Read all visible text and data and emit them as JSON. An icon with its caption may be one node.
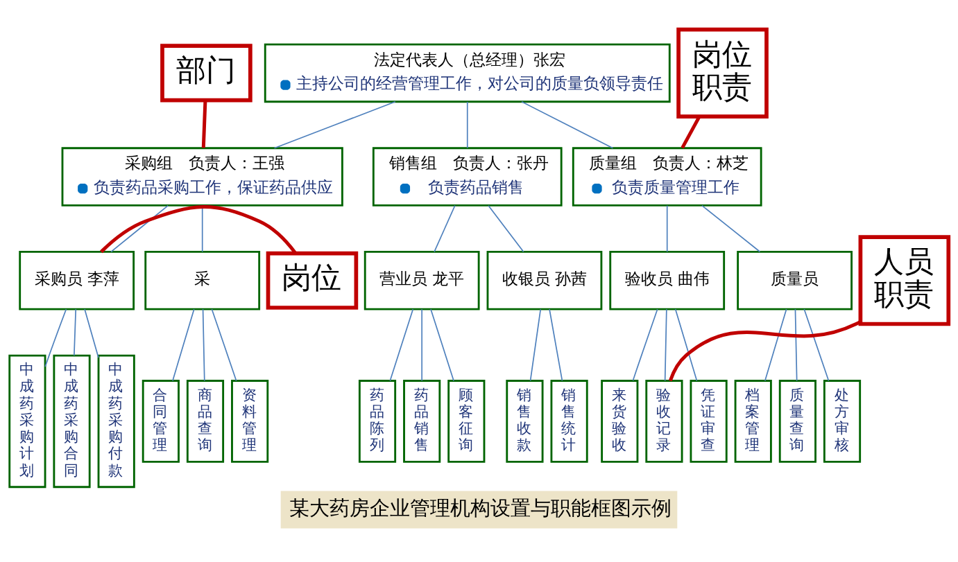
{
  "diagram": {
    "caption": "某大药房企业管理机构设置与职能框图示例",
    "nodes": [
      {
        "text": [
          "法定代表人（总经理）张宏",
          "主持公司的经营管理工作，对公司的质量负领导责任"
        ]
      },
      {
        "text": [
          "采购组　负责人：王强",
          "负责药品采购工作，保证药品供应"
        ]
      },
      {
        "text": [
          "销售组　负责人：张丹",
          "负责药品销售"
        ]
      },
      {
        "text": [
          "质量组　负责人：林芝",
          "负责质量管理工作"
        ]
      },
      {
        "text": [
          "采购员 李萍"
        ]
      },
      {
        "text": [
          "采"
        ]
      },
      {
        "text": [
          "营业员 龙平"
        ]
      },
      {
        "text": [
          "收银员 孙茜"
        ]
      },
      {
        "text": [
          "验收员 曲伟"
        ]
      },
      {
        "text": [
          "质量员"
        ]
      },
      {
        "text": [
          "中成药采购计划"
        ]
      },
      {
        "text": [
          "中成药采购合同"
        ]
      },
      {
        "text": [
          "中成药采购付款"
        ]
      },
      {
        "text": [
          "合同管理"
        ]
      },
      {
        "text": [
          "商品查询"
        ]
      },
      {
        "text": [
          "资料管理"
        ]
      },
      {
        "text": [
          "药品陈列"
        ]
      },
      {
        "text": [
          "药品销售"
        ]
      },
      {
        "text": [
          "顾客征询"
        ]
      },
      {
        "text": [
          "销售收款"
        ]
      },
      {
        "text": [
          "销售统计"
        ]
      },
      {
        "text": [
          "来货验收"
        ]
      },
      {
        "text": [
          "验收记录"
        ]
      },
      {
        "text": [
          "凭证审查"
        ]
      },
      {
        "text": [
          "档案管理"
        ]
      },
      {
        "text": [
          "质量查询"
        ]
      },
      {
        "text": [
          "处方审核"
        ]
      },
      {
        "text": [
          "部门"
        ]
      },
      {
        "text": [
          "岗位"
        ]
      },
      {
        "text": [
          "岗位职责"
        ]
      },
      {
        "text": [
          "人员职责"
        ]
      }
    ],
    "edges": [
      {
        "from": 0,
        "to": 1,
        "arrow": "none"
      },
      {
        "from": 0,
        "to": 2,
        "arrow": "none"
      },
      {
        "from": 0,
        "to": 3,
        "arrow": "none"
      },
      {
        "from": 1,
        "to": 4,
        "arrow": "none"
      },
      {
        "from": 1,
        "to": 5,
        "arrow": "none"
      },
      {
        "from": 2,
        "to": 6,
        "arrow": "none"
      },
      {
        "from": 2,
        "to": 7,
        "arrow": "none"
      },
      {
        "from": 3,
        "to": 8,
        "arrow": "none"
      },
      {
        "from": 3,
        "to": 9,
        "arrow": "none"
      },
      {
        "from": 4,
        "to": 10,
        "arrow": "none"
      },
      {
        "from": 4,
        "to": 11,
        "arrow": "none"
      },
      {
        "from": 4,
        "to": 12,
        "arrow": "none"
      },
      {
        "from": 5,
        "to": 13,
        "arrow": "none"
      },
      {
        "from": 5,
        "to": 14,
        "arrow": "none"
      },
      {
        "from": 5,
        "to": 15,
        "arrow": "none"
      },
      {
        "from": 6,
        "to": 16,
        "arrow": "none"
      },
      {
        "from": 6,
        "to": 17,
        "arrow": "none"
      },
      {
        "from": 6,
        "to": 18,
        "arrow": "none"
      },
      {
        "from": 7,
        "to": 19,
        "arrow": "none"
      },
      {
        "from": 7,
        "to": 20,
        "arrow": "none"
      },
      {
        "from": 8,
        "to": 21,
        "arrow": "none"
      },
      {
        "from": 8,
        "to": 22,
        "arrow": "none"
      },
      {
        "from": 8,
        "to": 23,
        "arrow": "none"
      },
      {
        "from": 9,
        "to": 24,
        "arrow": "none"
      },
      {
        "from": 9,
        "to": 25,
        "arrow": "none"
      },
      {
        "from": 9,
        "to": 26,
        "arrow": "none"
      },
      {
        "from": 27,
        "to": 1,
        "arrow": "none",
        "style": "thick",
        "color": "#c00000"
      },
      {
        "from": 28,
        "to": 4,
        "arrow": "none",
        "style": "thick",
        "color": "#c00000"
      },
      {
        "from": 29,
        "to": 3,
        "arrow": "none",
        "style": "thick",
        "color": "#c00000"
      },
      {
        "from": 30,
        "to": 22,
        "arrow": "none",
        "style": "thick",
        "color": "#c00000"
      }
    ]
  }
}
